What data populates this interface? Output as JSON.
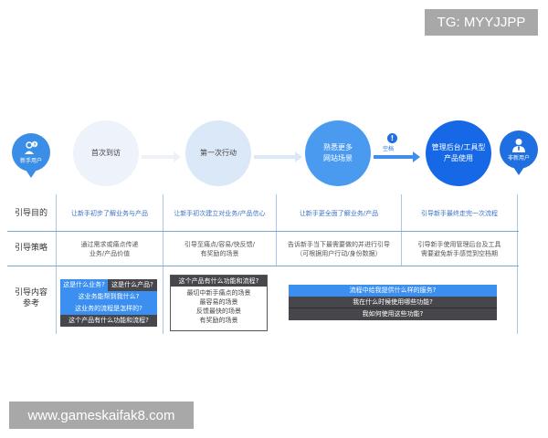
{
  "watermarks": {
    "top": "TG: MYYJJPP",
    "bottom": "www.gameskaifak8.com"
  },
  "flow": {
    "start_pin": {
      "label": "新手用户",
      "icon": "user-question-icon"
    },
    "end_pin": {
      "label": "非新用户",
      "icon": "user-suit-icon"
    },
    "stages": [
      {
        "label": "首次到访"
      },
      {
        "label": "第一次行动"
      },
      {
        "label": "熟悉更多网站场景",
        "lines": [
          "熟悉更多",
          "网站场景"
        ]
      },
      {
        "label": "管理后台/工具型产品使用",
        "lines": [
          "管理后台/工具型",
          "产品使用"
        ]
      }
    ],
    "alert": {
      "symbol": "!",
      "label": "空档",
      "icon": "alert-icon"
    },
    "colors": {
      "stage1": "#eef2fa",
      "stage2": "#dbe8f8",
      "stage3": "#4a9bef",
      "stage4": "#1768e6",
      "pin_light": "#3b8ee6",
      "pin_dark": "#1f6fe0"
    }
  },
  "table": {
    "rows": [
      {
        "label": "引导目的",
        "cells": [
          "让新手初步了解业务与产品",
          "让新手初次建立对业务/产品信心",
          "让新手更全面了解业务/产品",
          "引导新手最终走完一次流程"
        ]
      },
      {
        "label": "引导策略",
        "cells": [
          [
            "通过需求或痛点传递",
            "业务/产品价值"
          ],
          [
            "引导至痛点/容易/快反馈/",
            "有奖励的场景"
          ],
          [
            "告诉新手当下最需要做的并进行引导",
            "（可根据用户行动/身份数据）"
          ],
          [
            "引导新手使用管理后台及工具",
            "需要避免新手感觉到空档期"
          ]
        ]
      },
      {
        "label_lines": [
          "引导内容",
          "参考"
        ]
      }
    ],
    "content": {
      "col1": {
        "row1": [
          "这是什么业务?",
          "这是什么产品?"
        ],
        "rows": [
          "这业务能帮到我什么?",
          "这业务的流程是怎样的?",
          "这个产品有什么功能和流程?"
        ]
      },
      "col2": {
        "header": "这个产品有什么功能和流程?",
        "items": [
          "最切中新手痛点的场景",
          "最容易的场景",
          "反馈最快的场景",
          "有奖励的场景"
        ]
      },
      "col3": {
        "items": [
          "流程中给我提供什么样的服务?",
          "我在什么时候使用哪些功能?",
          "我如何使用这些功能?"
        ]
      }
    },
    "colors": {
      "goal_text": "#3a72c8",
      "blue_block": "#3a8ff0",
      "dark_block": "#47474b",
      "grid": "#a9c7e6"
    }
  }
}
